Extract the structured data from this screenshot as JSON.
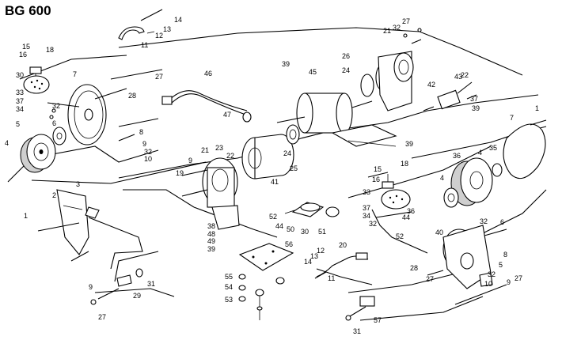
{
  "title": "BG 600",
  "part_labels": [
    {
      "id": "p15a",
      "text": "15"
    },
    {
      "id": "p16a",
      "text": "16"
    },
    {
      "id": "p18a",
      "text": "18"
    },
    {
      "id": "p30a",
      "text": "30"
    },
    {
      "id": "p33a",
      "text": "33"
    },
    {
      "id": "p37a",
      "text": "37"
    },
    {
      "id": "p34a",
      "text": "34"
    },
    {
      "id": "p32a",
      "text": "32"
    },
    {
      "id": "p5a",
      "text": "5"
    },
    {
      "id": "p6a",
      "text": "6"
    },
    {
      "id": "p4a",
      "text": "4"
    },
    {
      "id": "p7a",
      "text": "7"
    },
    {
      "id": "p8a",
      "text": "8"
    },
    {
      "id": "p9a",
      "text": "9"
    },
    {
      "id": "p32b",
      "text": "32"
    },
    {
      "id": "p10a",
      "text": "10"
    },
    {
      "id": "p11a",
      "text": "11"
    },
    {
      "id": "p12a",
      "text": "12"
    },
    {
      "id": "p13a",
      "text": "13"
    },
    {
      "id": "p14a",
      "text": "14"
    },
    {
      "id": "p27a",
      "text": "27"
    },
    {
      "id": "p28a",
      "text": "28"
    },
    {
      "id": "p46a",
      "text": "46"
    },
    {
      "id": "p47a",
      "text": "47"
    },
    {
      "id": "p2a",
      "text": "2"
    },
    {
      "id": "p3a",
      "text": "3"
    },
    {
      "id": "p1a",
      "text": "1"
    },
    {
      "id": "p31a",
      "text": "31"
    },
    {
      "id": "p29a",
      "text": "29"
    },
    {
      "id": "p9b",
      "text": "9"
    },
    {
      "id": "p27b",
      "text": "27"
    },
    {
      "id": "p21a",
      "text": "21"
    },
    {
      "id": "p19a",
      "text": "19"
    },
    {
      "id": "p9c",
      "text": "9"
    },
    {
      "id": "p23a",
      "text": "23"
    },
    {
      "id": "p22a",
      "text": "22"
    },
    {
      "id": "p25a",
      "text": "25"
    },
    {
      "id": "p24a",
      "text": "24"
    },
    {
      "id": "p41a",
      "text": "41"
    },
    {
      "id": "p38a",
      "text": "38"
    },
    {
      "id": "p48a",
      "text": "48"
    },
    {
      "id": "p49a",
      "text": "49"
    },
    {
      "id": "p39a",
      "text": "39"
    },
    {
      "id": "p39b",
      "text": "39"
    },
    {
      "id": "p45a",
      "text": "45"
    },
    {
      "id": "p26a",
      "text": "26"
    },
    {
      "id": "p24b",
      "text": "24"
    },
    {
      "id": "p39c",
      "text": "39"
    },
    {
      "id": "p21b",
      "text": "21"
    },
    {
      "id": "p32c",
      "text": "32"
    },
    {
      "id": "p27c",
      "text": "27"
    },
    {
      "id": "p42a",
      "text": "42"
    },
    {
      "id": "p43a",
      "text": "43"
    },
    {
      "id": "p22b",
      "text": "22"
    },
    {
      "id": "p37b",
      "text": "37"
    },
    {
      "id": "p39d",
      "text": "39"
    },
    {
      "id": "p1b",
      "text": "1"
    },
    {
      "id": "p7b",
      "text": "7"
    },
    {
      "id": "p4b",
      "text": "4"
    },
    {
      "id": "p35a",
      "text": "35"
    },
    {
      "id": "p36a",
      "text": "36"
    },
    {
      "id": "p4c",
      "text": "4"
    },
    {
      "id": "p52a",
      "text": "52"
    },
    {
      "id": "p44a",
      "text": "44"
    },
    {
      "id": "p50a",
      "text": "50"
    },
    {
      "id": "p30b",
      "text": "30"
    },
    {
      "id": "p51a",
      "text": "51"
    },
    {
      "id": "p56a",
      "text": "56"
    },
    {
      "id": "p55a",
      "text": "55"
    },
    {
      "id": "p54a",
      "text": "54"
    },
    {
      "id": "p53a",
      "text": "53"
    },
    {
      "id": "p15b",
      "text": "15"
    },
    {
      "id": "p16b",
      "text": "16"
    },
    {
      "id": "p18b",
      "text": "18"
    },
    {
      "id": "p33b",
      "text": "33"
    },
    {
      "id": "p36b",
      "text": "36"
    },
    {
      "id": "p37c",
      "text": "37"
    },
    {
      "id": "p34b",
      "text": "34"
    },
    {
      "id": "p32d",
      "text": "32"
    },
    {
      "id": "p44b",
      "text": "44"
    },
    {
      "id": "p52b",
      "text": "52"
    },
    {
      "id": "p20a",
      "text": "20"
    },
    {
      "id": "p14b",
      "text": "14"
    },
    {
      "id": "p13b",
      "text": "13"
    },
    {
      "id": "p12b",
      "text": "12"
    },
    {
      "id": "p11b",
      "text": "11"
    },
    {
      "id": "p40a",
      "text": "40"
    },
    {
      "id": "p32e",
      "text": "32"
    },
    {
      "id": "p6b",
      "text": "6"
    },
    {
      "id": "p8b",
      "text": "8"
    },
    {
      "id": "p28b",
      "text": "28"
    },
    {
      "id": "p27d",
      "text": "27"
    },
    {
      "id": "p5b",
      "text": "5"
    },
    {
      "id": "p32f",
      "text": "32"
    },
    {
      "id": "p10b",
      "text": "10"
    },
    {
      "id": "p9d",
      "text": "9"
    },
    {
      "id": "p27e",
      "text": "27"
    },
    {
      "id": "p57a",
      "text": "57"
    },
    {
      "id": "p31b",
      "text": "31"
    }
  ]
}
